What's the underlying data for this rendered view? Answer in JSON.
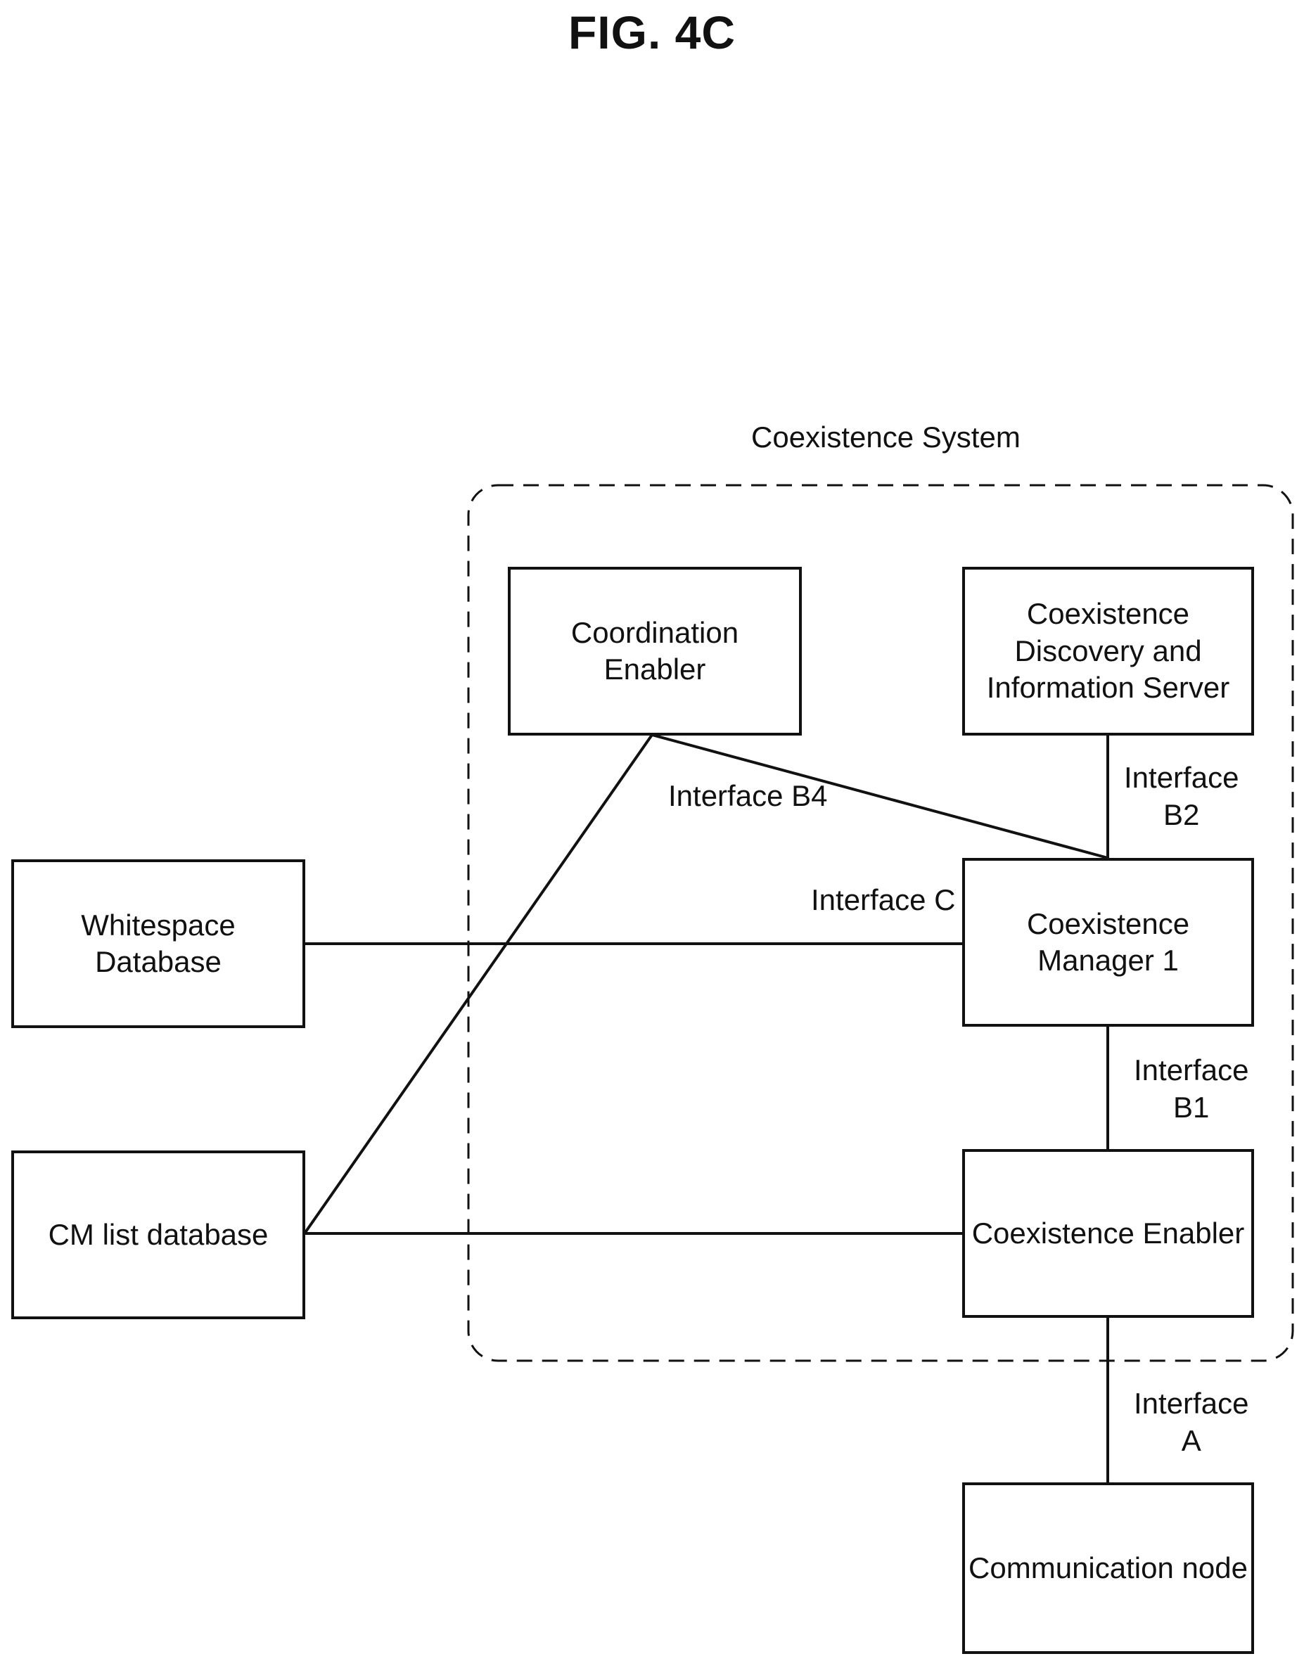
{
  "figure": {
    "title": "FIG. 4C"
  },
  "system": {
    "label": "Coexistence System"
  },
  "boxes": {
    "coordination_enabler": "Coordination\nEnabler",
    "cdis": "Coexistence\nDiscovery and\nInformation Server",
    "whitespace_db": "Whitespace\nDatabase",
    "coexistence_manager": "Coexistence\nManager 1",
    "cm_list_db": "CM list database",
    "coexistence_enabler": "Coexistence Enabler",
    "communication_node": "Communication node"
  },
  "interfaces": {
    "b4": "Interface B4",
    "b2": "Interface\nB2",
    "c": "Interface C",
    "b1": "Interface\nB1",
    "a": "Interface\nA"
  },
  "colors": {
    "line": "#111111",
    "background": "#ffffff"
  }
}
